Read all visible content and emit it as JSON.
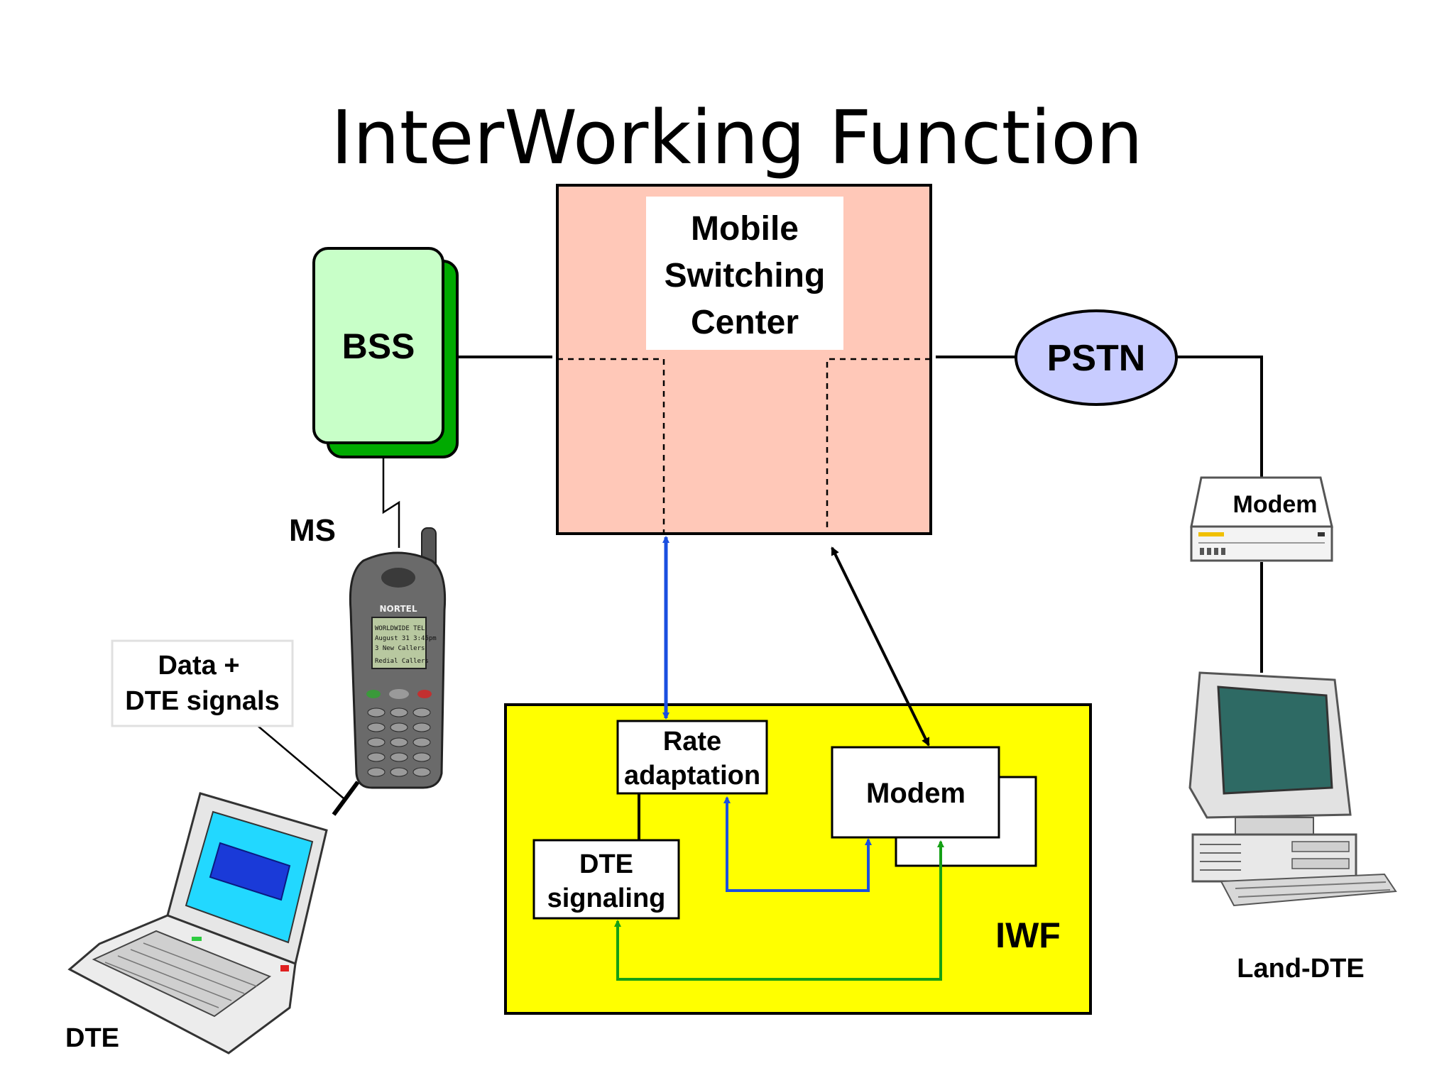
{
  "title": "InterWorking Function",
  "msc": {
    "line1": "Mobile",
    "line2": "Switching",
    "line3": "Center"
  },
  "bss": {
    "label": "BSS"
  },
  "pstn": {
    "label": "PSTN"
  },
  "ms": {
    "label": "MS",
    "brand": "NORTEL",
    "screen_lines": [
      "WORLDWIDE TEL",
      "August 31  3:45pm",
      "3 New Callers",
      "Redial     Callers"
    ]
  },
  "data_dte": {
    "line1": "Data +",
    "line2": "DTE signals"
  },
  "dte": {
    "label": "DTE"
  },
  "land_modem": {
    "label": "Modem"
  },
  "land_dte": {
    "label": "Land-DTE"
  },
  "iwf": {
    "label": "IWF",
    "rate": {
      "line1": "Rate",
      "line2": "adaptation"
    },
    "modem": {
      "label": "Modem"
    },
    "dte_signaling": {
      "line1": "DTE",
      "line2": "signaling"
    }
  },
  "colors": {
    "msc_fill": "#ffc8b8",
    "bss_fill": "#c8ffc8",
    "bss_shadow": "#00aa00",
    "pstn_fill": "#c8ccff",
    "iwf_fill": "#ffff00",
    "blue_link": "#1a4fe0",
    "green_link": "#15a015"
  }
}
